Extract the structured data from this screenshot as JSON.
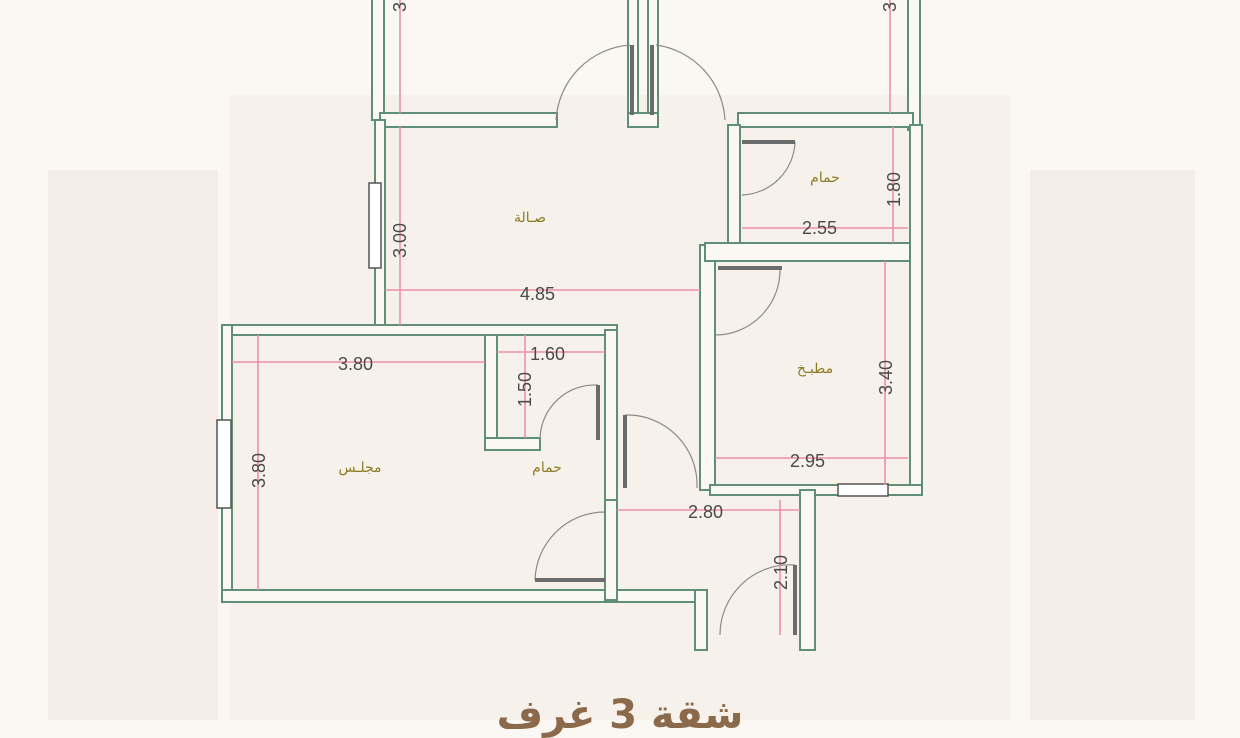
{
  "title": "شقة 3 غرف",
  "rooms": {
    "hall": "صـالة",
    "bath_top": "حمام",
    "kitchen": "مطبـخ",
    "majlis": "مجلـس",
    "bath_small": "حمام",
    "top_left_dim": "3",
    "top_right_dim": "3"
  },
  "dimensions": {
    "hall_height": "3.00",
    "hall_width": "4.85",
    "bath_top_width": "2.55",
    "bath_top_height": "1.80",
    "kitchen_height": "3.40",
    "kitchen_width": "2.95",
    "majlis_width": "3.80",
    "majlis_height": "3.80",
    "small_bath_width": "1.60",
    "small_bath_height": "1.50",
    "corridor_width": "2.80",
    "entrance_height": "2.10"
  },
  "colors": {
    "wall": "#5f8f74",
    "dimension": "#ee8fa8",
    "label": "#8c7a22",
    "title": "#8b6a4c"
  }
}
